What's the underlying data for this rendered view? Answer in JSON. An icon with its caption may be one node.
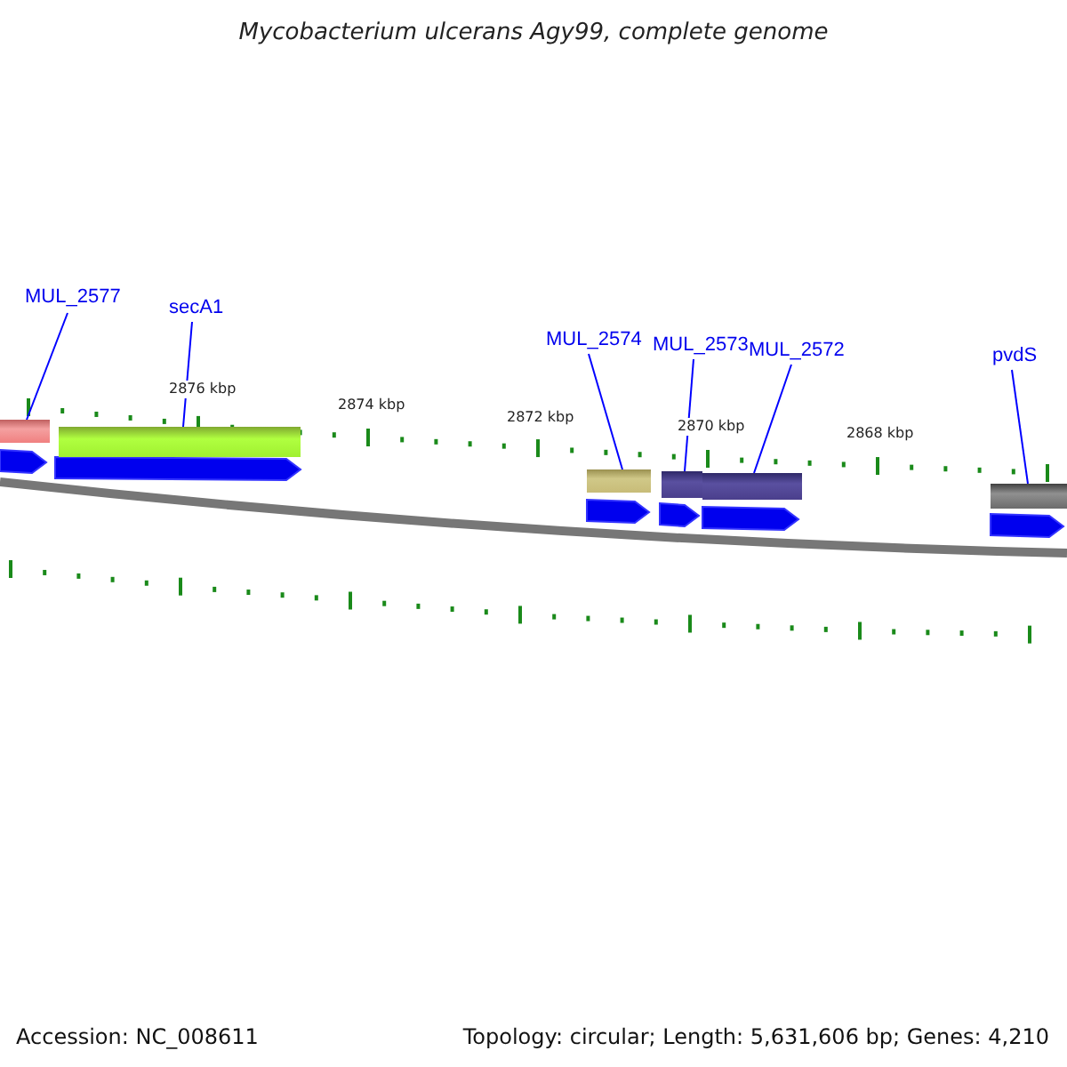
{
  "diagram": {
    "title": "Mycobacterium ulcerans Agy99, complete genome",
    "nodes": [
      {
        "text": [
          "MUL_2577"
        ]
      },
      {
        "text": [
          "secA1"
        ]
      },
      {
        "text": [
          "MUL_2574"
        ]
      },
      {
        "text": [
          "MUL_2573"
        ]
      },
      {
        "text": [
          "MUL_2572"
        ]
      },
      {
        "text": [
          "pvdS"
        ]
      },
      {
        "text": [],
        "shape": "bar"
      },
      {
        "text": [],
        "shape": "bar"
      },
      {
        "text": [],
        "shape": "bar"
      },
      {
        "text": [],
        "shape": "bar"
      },
      {
        "text": [],
        "shape": "bar"
      },
      {
        "text": [],
        "shape": "bar"
      }
    ],
    "edges": [
      {
        "from": 0,
        "to": 6,
        "arrow": "none"
      },
      {
        "from": 1,
        "to": 7,
        "arrow": "none"
      },
      {
        "from": 2,
        "to": 8,
        "arrow": "none"
      },
      {
        "from": 3,
        "to": 9,
        "arrow": "none"
      },
      {
        "from": 4,
        "to": 10,
        "arrow": "none"
      },
      {
        "from": 5,
        "to": 11,
        "arrow": "none"
      }
    ],
    "labels": [
      "2876 kbp",
      "2874 kbp",
      "2872 kbp",
      "2870 kbp",
      "2868 kbp",
      "Accession: NC_008611",
      "Topology: circular; Length: 5,631,606 bp; Genes: 4,210"
    ]
  }
}
